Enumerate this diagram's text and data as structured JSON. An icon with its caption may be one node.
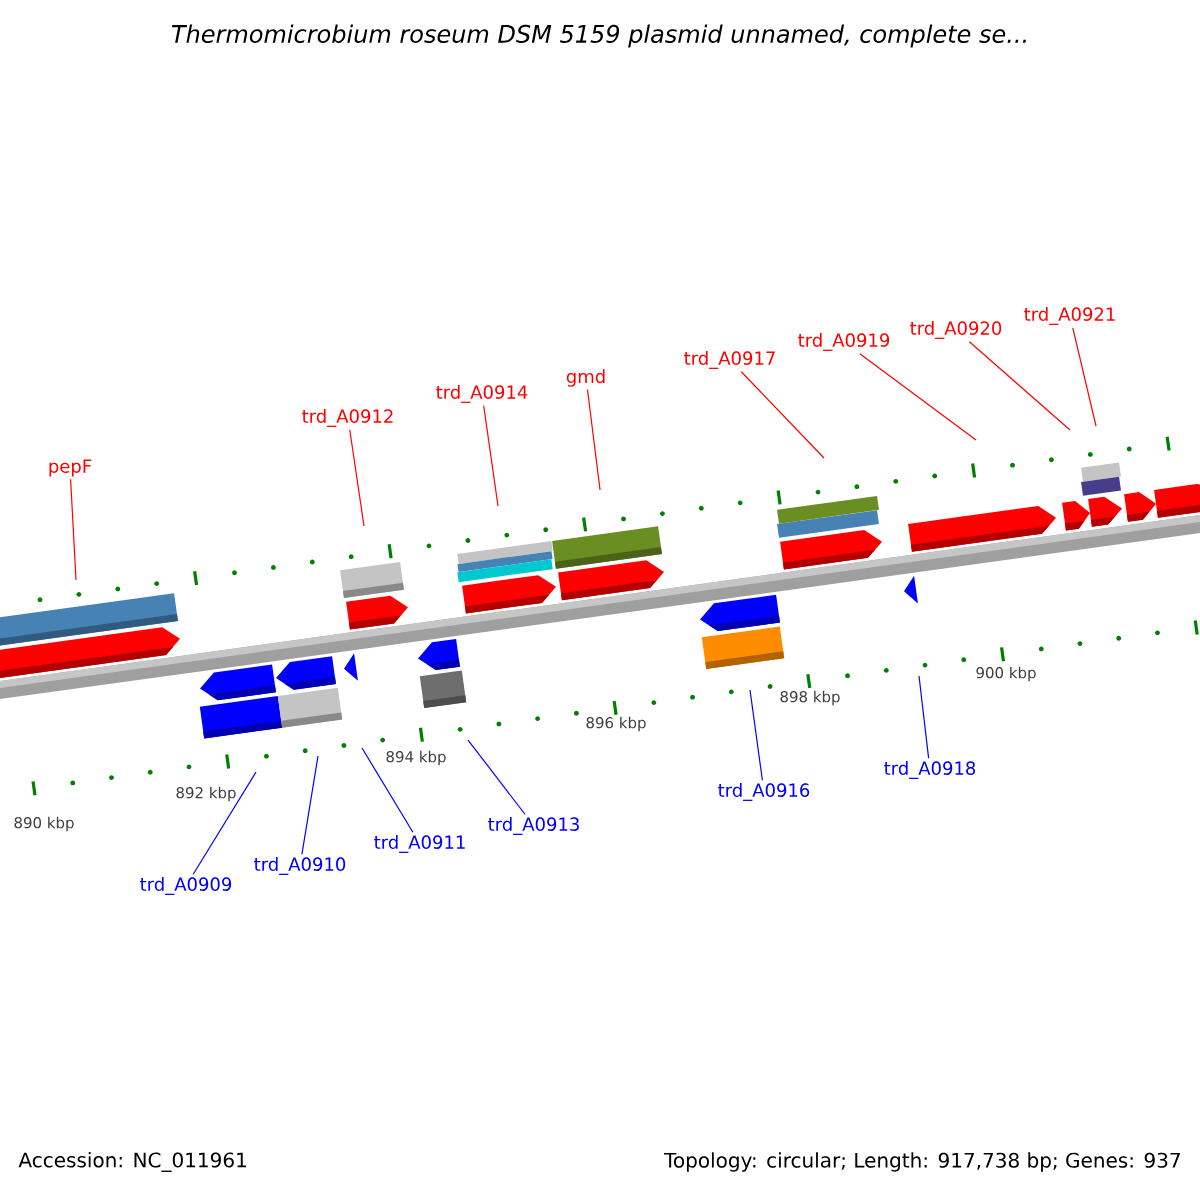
{
  "diagram": {
    "title": "Thermomicrobium roseum DSM 5159 plasmid unnamed, complete se...",
    "nodes": [
      {
        "text": [
          "pepF"
        ]
      },
      {
        "text": [
          "trd_A0912"
        ]
      },
      {
        "text": [
          "trd_A0914"
        ]
      },
      {
        "text": [
          "gmd"
        ]
      },
      {
        "text": [
          "trd_A0917"
        ]
      },
      {
        "text": [
          "trd_A0919"
        ]
      },
      {
        "text": [
          "trd_A0920"
        ]
      },
      {
        "text": [
          "trd_A0921"
        ]
      },
      {
        "text": [
          "trd_A0909"
        ]
      },
      {
        "text": [
          "trd_A0910"
        ]
      },
      {
        "text": [
          "trd_A0911"
        ]
      },
      {
        "text": [
          "trd_A0913"
        ]
      },
      {
        "text": [
          "trd_A0916"
        ]
      },
      {
        "text": [
          "trd_A0918"
        ]
      }
    ],
    "edges": [
      {
        "from": 0,
        "to": null,
        "arrow": "none",
        "color": "#ff0000"
      },
      {
        "from": 1,
        "to": null,
        "arrow": "none",
        "color": "#ff0000"
      },
      {
        "from": 2,
        "to": null,
        "arrow": "none",
        "color": "#ff0000"
      },
      {
        "from": 3,
        "to": null,
        "arrow": "none",
        "color": "#ff0000"
      },
      {
        "from": 4,
        "to": null,
        "arrow": "none",
        "color": "#ff0000"
      },
      {
        "from": 5,
        "to": null,
        "arrow": "none",
        "color": "#ff0000"
      },
      {
        "from": 6,
        "to": null,
        "arrow": "none",
        "color": "#ff0000"
      },
      {
        "from": 7,
        "to": null,
        "arrow": "none",
        "color": "#ff0000"
      },
      {
        "from": 8,
        "to": null,
        "arrow": "none",
        "color": "#0000ff"
      },
      {
        "from": 9,
        "to": null,
        "arrow": "none",
        "color": "#0000ff"
      },
      {
        "from": 10,
        "to": null,
        "arrow": "none",
        "color": "#0000ff"
      },
      {
        "from": 11,
        "to": null,
        "arrow": "none",
        "color": "#0000ff"
      },
      {
        "from": 12,
        "to": null,
        "arrow": "none",
        "color": "#0000ff"
      },
      {
        "from": 13,
        "to": null,
        "arrow": "none",
        "color": "#0000ff"
      }
    ],
    "labels": [
      "890 kbp",
      "892 kbp",
      "894 kbp",
      "896 kbp",
      "898 kbp",
      "900 kbp",
      "Accession: NC_011961",
      "Topology: circular; Length: 917,738 bp; Genes: 937"
    ]
  }
}
